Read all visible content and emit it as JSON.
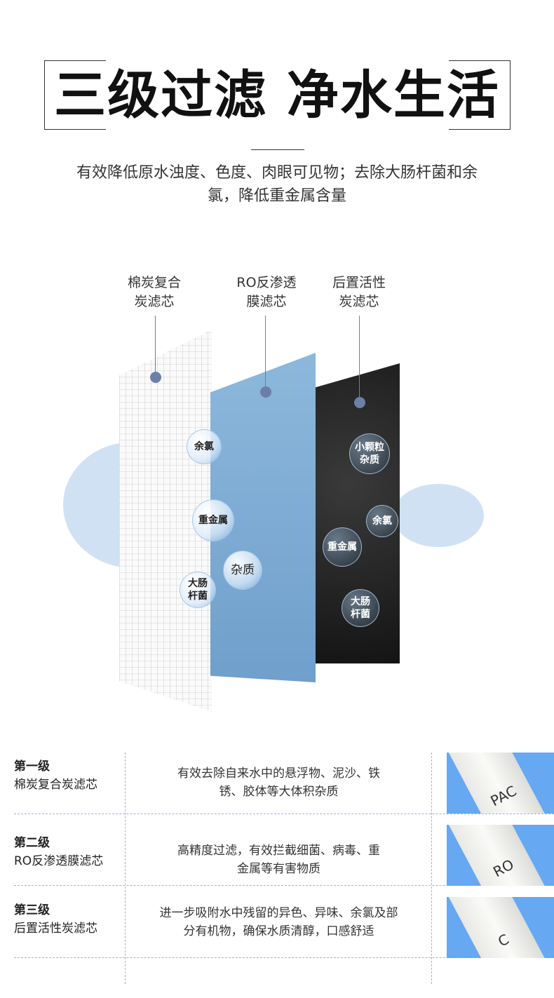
{
  "header": {
    "title": "三级过滤 净水生活",
    "subtitle_line1": "有效降低原水浊度、色度、肉眼可见物；去除大肠杆菌和余",
    "subtitle_line2": "氯，降低重金属含量"
  },
  "diagram": {
    "labels": [
      {
        "l1": "棉炭复合",
        "l2": "炭滤芯"
      },
      {
        "l1": "RO反渗透",
        "l2": "膜滤芯"
      },
      {
        "l1": "后置活性",
        "l2": "炭滤芯"
      }
    ],
    "bubbles": [
      "余氯",
      "重金属",
      "大肠杆菌",
      "杂质",
      "小颗粒杂质",
      "余氯",
      "重金属",
      "大肠杆菌"
    ],
    "bubble_lines": {
      "b2a": "大肠",
      "b2b": "杆菌",
      "b4a": "小颗粒",
      "b4b": "杂质",
      "b7a": "大肠",
      "b7b": "杆菌"
    }
  },
  "stages": [
    {
      "level": "第一级",
      "name": "棉炭复合炭滤芯",
      "desc1": "有效去除自来水中的悬浮物、泥沙、铁",
      "desc2": "锈、胶体等大体积杂质",
      "badge": "PAC"
    },
    {
      "level": "第二级",
      "name": "RO反渗透膜滤芯",
      "desc1": "高精度过滤，有效拦截细菌、病毒、重",
      "desc2": "金属等有害物质",
      "badge": "RO"
    },
    {
      "level": "第三级",
      "name": "后置活性炭滤芯",
      "desc1": "进一步吸附水中残留的异色、异味、余氯及部",
      "desc2": "分有机物，确保水质清醇，口感舒适",
      "badge": "C"
    }
  ],
  "colors": {
    "accent": "#6b7fa8",
    "image_bg": "#66a8f2",
    "ro_panel": "#7faad3"
  }
}
